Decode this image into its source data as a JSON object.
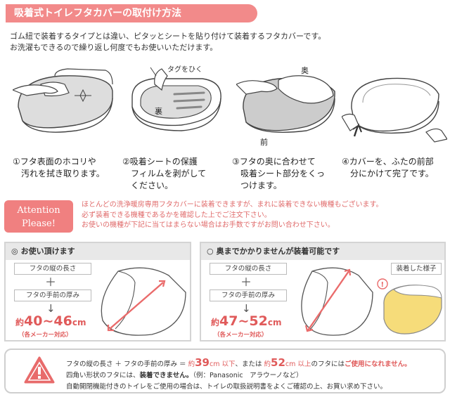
{
  "title": "吸着式トイレフタカバーの取付け方法",
  "intro": {
    "line1": "ゴム紐で装着するタイプとは違い、ピタッとシートを貼り付けて装着するフタカバーです。",
    "line2": "お洗濯もできるので繰り返し何度でもお使いいただけます。"
  },
  "steps": [
    {
      "num": "①",
      "lines": [
        "フタ表面のホコリや",
        "汚れを拭き取ります。"
      ]
    },
    {
      "num": "②",
      "lines": [
        "吸着シートの保護",
        "フィルムを剥がして",
        "ください。"
      ],
      "tag_label": "タグをひく",
      "back_label": "裏"
    },
    {
      "num": "③",
      "lines": [
        "フタの奥に合わせて",
        "吸着シート部分をくっ",
        "つけます。"
      ],
      "back_label": "奥",
      "front_label": "前"
    },
    {
      "num": "④",
      "lines": [
        "カバーを、ふたの前部",
        "分にかけて完了です。"
      ]
    }
  ],
  "attention": {
    "badge_line1": "Attention",
    "badge_line2": "Please!",
    "line1": "ほとんどの洗浄暖房専用フタカバーに装着できますが、まれに装着できない機種もございます。",
    "line2": "必ず装着できる機種であるかを確認した上でご注文下さい。",
    "line3": "お使いの機種が下記に当てはまらない場合はお手数ですがお問い合わせ下さい。"
  },
  "panel_left": {
    "mark": "◎",
    "heading": "お使い頂けます",
    "length_label": "フタの縦の長さ",
    "plus": "＋",
    "thickness_label": "フタの手前の厚み",
    "arrow": "↓",
    "prefix": "約",
    "from": "40",
    "tilde": "~",
    "to": "46",
    "unit": "cm",
    "maker_note": "（各メーカー対応）"
  },
  "panel_right": {
    "mark": "○",
    "heading": "奥までかかりませんが装着可能です",
    "length_label": "フタの縦の長さ",
    "plus": "＋",
    "thickness_label": "フタの手前の厚み",
    "arrow": "↓",
    "prefix": "約",
    "from": "47",
    "tilde": "~",
    "to": "52",
    "unit": "cm",
    "maker_note": "（各メーカー対応）",
    "fitted_label": "装着した様子",
    "exclaim": "!"
  },
  "warning": {
    "l1_a": "フタの縦の長さ ＋ フタの手前の厚み ＝ ",
    "l1_yaku": "約",
    "l1_n1": "39",
    "l1_u1": "cm",
    "l1_below": " 以下",
    "l1_mid": "、または ",
    "l1_yaku2": "約",
    "l1_n2": "52",
    "l1_u2": "cm",
    "l1_above": " 以上",
    "l1_tail": "のフタには",
    "l1_red": "ご使用になれません。",
    "l2_a": "四角い形状のフタには、",
    "l2_b": "装着できません。",
    "l2_c": "（例：Panasonic　アラウーノなど）",
    "l3": "自動開閉機能付きのトイレをご使用の場合は、トイレの取扱説明書をよくご確認の上、お買い求め下さい。"
  },
  "colors": {
    "accent": "#f28a8a",
    "accent_text": "#e05a5a",
    "cover_yellow": "#f6dc7a"
  }
}
